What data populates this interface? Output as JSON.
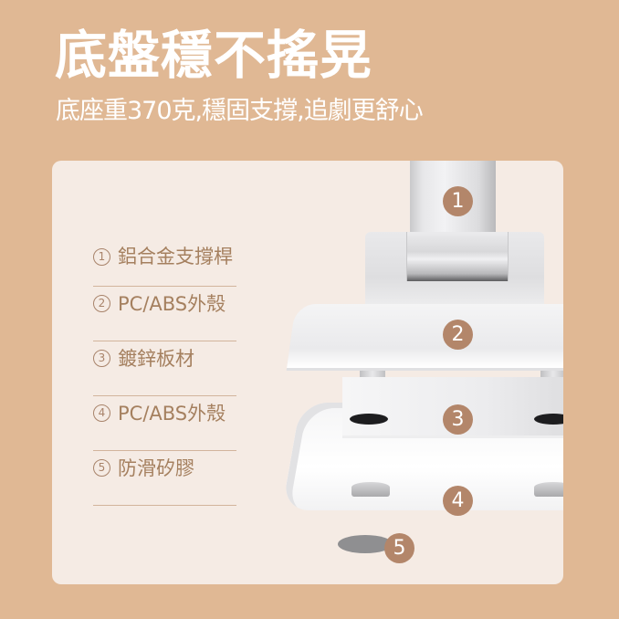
{
  "header": {
    "title": "底盤穩不搖晃",
    "subtitle": "底座重370克,穩固支撐,追劇更舒心"
  },
  "legend": {
    "items": [
      {
        "num": "1",
        "label": "鋁合金支撐桿"
      },
      {
        "num": "2",
        "label": "PC/ABS外殼"
      },
      {
        "num": "3",
        "label": "鍍鋅板材"
      },
      {
        "num": "4",
        "label": "PC/ABS外殼"
      },
      {
        "num": "5",
        "label": "防滑矽膠"
      }
    ]
  },
  "illustration": {
    "badges": [
      "1",
      "2",
      "3",
      "4",
      "5"
    ]
  },
  "colors": {
    "background": "#E0B894",
    "card": "#F5EBE4",
    "label_text": "#A5805F",
    "badge": "#B3866A"
  }
}
